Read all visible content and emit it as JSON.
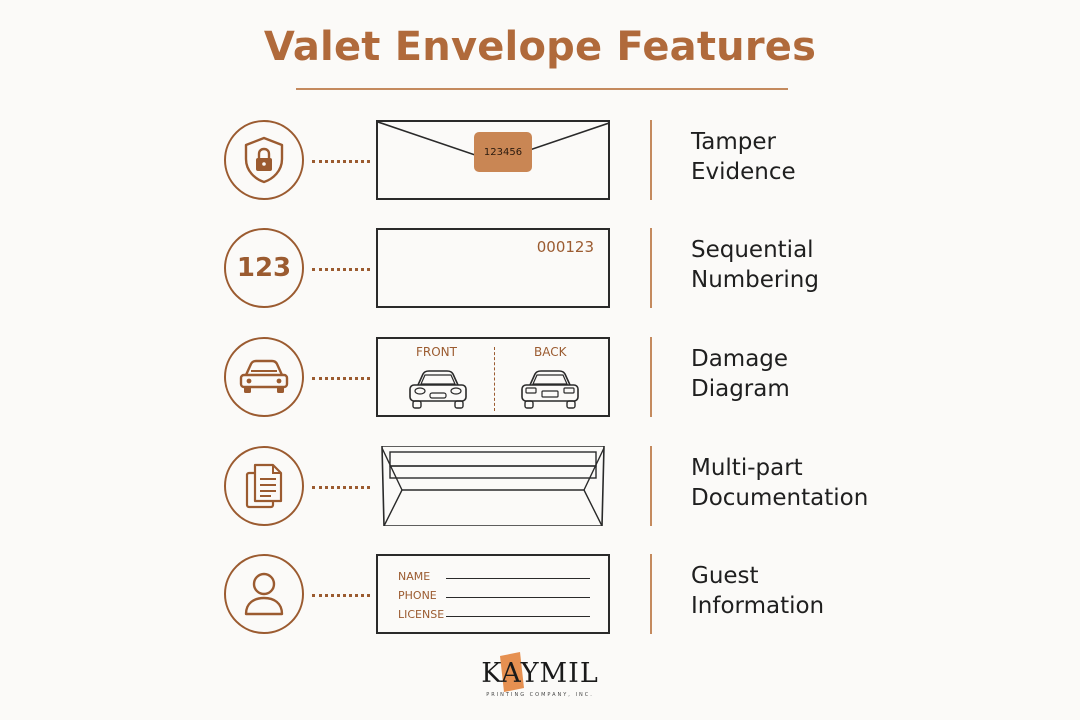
{
  "title": "Valet Envelope Features",
  "colors": {
    "accent": "#b06a3b",
    "stroke": "#2a2a2a",
    "seal": "#c98654"
  },
  "features": [
    {
      "icon": "shield-lock-icon",
      "label_lines": [
        "Tamper",
        "Evidence"
      ],
      "seal_number": "123456"
    },
    {
      "icon_text": "123",
      "label_lines": [
        "Sequential",
        "Numbering"
      ],
      "ticket_number": "000123"
    },
    {
      "icon": "car-icon",
      "label_lines": [
        "Damage",
        "Diagram"
      ],
      "front_label": "FRONT",
      "back_label": "BACK"
    },
    {
      "icon": "documents-icon",
      "label_lines": [
        "Multi-part",
        "Documentation"
      ]
    },
    {
      "icon": "person-icon",
      "label_lines": [
        "Guest",
        "Information"
      ],
      "fields": [
        "NAME",
        "PHONE",
        "LICENSE"
      ]
    }
  ],
  "logo": {
    "name": "KAYMIL",
    "tagline": "PRINTING COMPANY, INC."
  }
}
